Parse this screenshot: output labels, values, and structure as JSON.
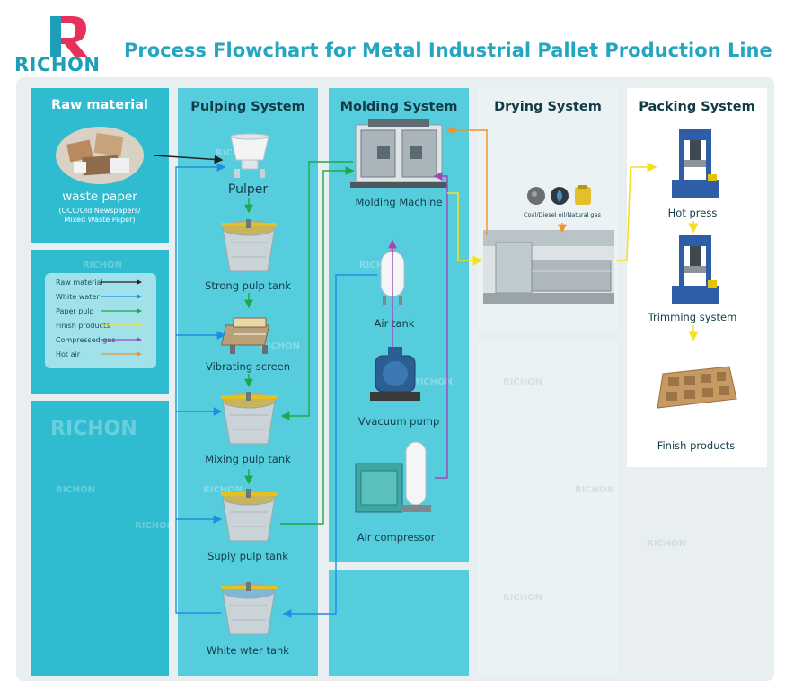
{
  "brand": {
    "name": "RICHON"
  },
  "title": "Process Flowchart for Metal Industrial Pallet Production Line",
  "columns": {
    "raw_material": {
      "header": "Raw material",
      "item_label": "waste paper",
      "item_note": "(OCC/Old Newspapers/ Mixed Waste Paper)"
    },
    "pulping": {
      "header": "Pulping System",
      "items": [
        "Pulper",
        "Strong pulp tank",
        "Vibrating screen",
        "Mixing pulp tank",
        "Supiy pulp tank",
        "White wter tank"
      ]
    },
    "molding": {
      "header": "Molding System",
      "items": [
        "Molding Machine",
        "Air tank",
        "Vvacuum pump",
        "Air compressor"
      ]
    },
    "drying": {
      "header": "Drying System",
      "fuel_label": "Coal/Diesel oil/Natural gas"
    },
    "packing": {
      "header": "Packing System",
      "items": [
        "Hot press",
        "Trimming system",
        "Finish products"
      ]
    }
  },
  "legend": [
    {
      "label": "Raw material",
      "color": "#222222"
    },
    {
      "label": "White water",
      "color": "#1e8fe0"
    },
    {
      "label": "Paper pulp",
      "color": "#1fa84a"
    },
    {
      "label": "Finish products",
      "color": "#f2e21c"
    },
    {
      "label": "Compressed gas",
      "color": "#a245b8"
    },
    {
      "label": "Hot air",
      "color": "#f0922a"
    }
  ],
  "colors": {
    "accent": "#24a6c0",
    "panel_dark": "#2fbcd0",
    "panel_light": "#56cddd",
    "white_water": "#1e8fe0",
    "paper_pulp": "#1fa84a",
    "finish_products": "#f2e21c",
    "compressed_gas": "#a245b8",
    "hot_air": "#f0922a"
  }
}
